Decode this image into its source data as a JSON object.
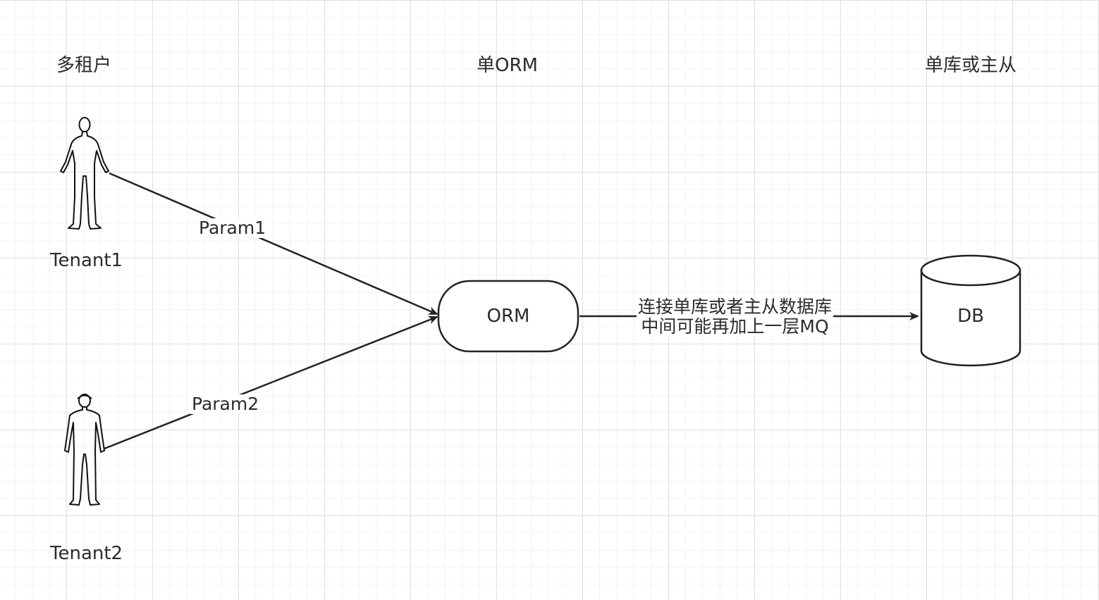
{
  "headers": {
    "multi_tenant": "多租户",
    "single_orm": "单ORM",
    "single_db": "单库或主从"
  },
  "actors": [
    {
      "label": "Tenant1"
    },
    {
      "label": "Tenant2"
    }
  ],
  "nodes": {
    "orm": "ORM",
    "db": "DB"
  },
  "edges": {
    "param1": "Param1",
    "param2": "Param2",
    "orm_db_line1": "连接单库或者主从数据库",
    "orm_db_line2": "中间可能再加上一层MQ"
  },
  "colors": {
    "stroke": "#222222",
    "grid_major": "#e0e0e0",
    "grid_minor": "#f2f2f2"
  }
}
